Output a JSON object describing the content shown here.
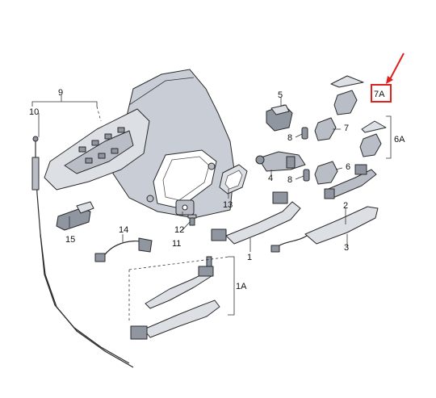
{
  "colors": {
    "highlight": "#e0201b",
    "part_fill": "#dcdfe4",
    "part_dark": "#8f96a0"
  },
  "labels": {
    "p1": "1",
    "p1a": "1A",
    "p2": "2",
    "p3": "3",
    "p4": "4",
    "p5": "5",
    "p6": "6",
    "p6a": "6A",
    "p7": "7",
    "p7a": "7A",
    "p8a": "8",
    "p8b": "8",
    "p9": "9",
    "p10": "10",
    "p11": "11",
    "p12": "12",
    "p13": "13",
    "p14": "14",
    "p15": "15"
  },
  "highlighted_part": "7A"
}
